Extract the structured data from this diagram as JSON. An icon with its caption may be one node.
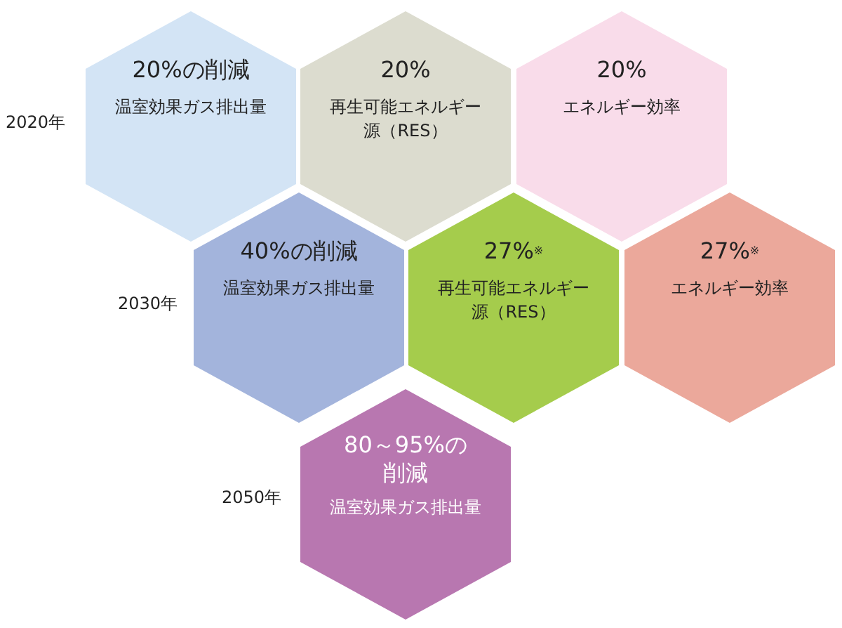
{
  "diagram": {
    "nodes": [
      {
        "text": [
          "20%の削減",
          "温室効果ガス排出量"
        ]
      },
      {
        "text": [
          "20%",
          "再生可能エネルギー源（RES）"
        ]
      },
      {
        "text": [
          "20%",
          "エネルギー効率"
        ]
      },
      {
        "text": [
          "40%の削減",
          "温室効果ガス排出量"
        ]
      },
      {
        "text": [
          "27%$^{※}$",
          "再生可能エネルギー源（RES）"
        ]
      },
      {
        "text": [
          "27%$^{※}$",
          "エネルギー効率"
        ]
      },
      {
        "text": [
          "80～95%の削減",
          "温室効果ガス排出量"
        ]
      }
    ],
    "labels": [
      "2020年",
      "2030年",
      "2050年"
    ]
  }
}
